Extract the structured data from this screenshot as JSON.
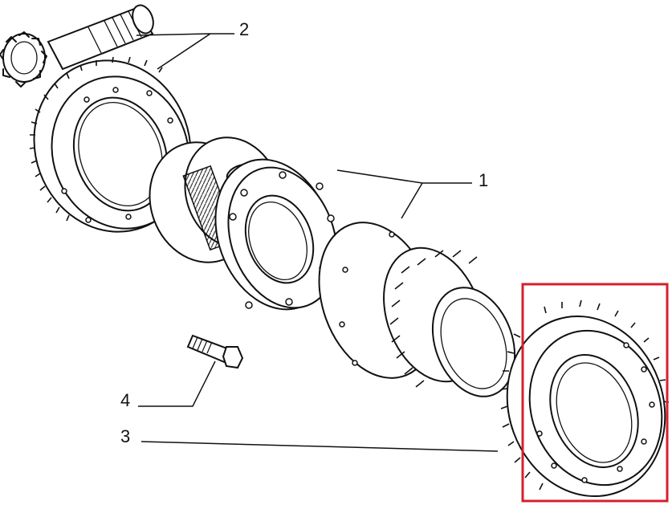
{
  "callouts": [
    {
      "number": "1"
    },
    {
      "number": "2"
    },
    {
      "number": "3"
    },
    {
      "number": "4"
    }
  ],
  "highlight": {
    "color": "#d6202e"
  },
  "line_color": "#111111",
  "background": "#ffffff"
}
